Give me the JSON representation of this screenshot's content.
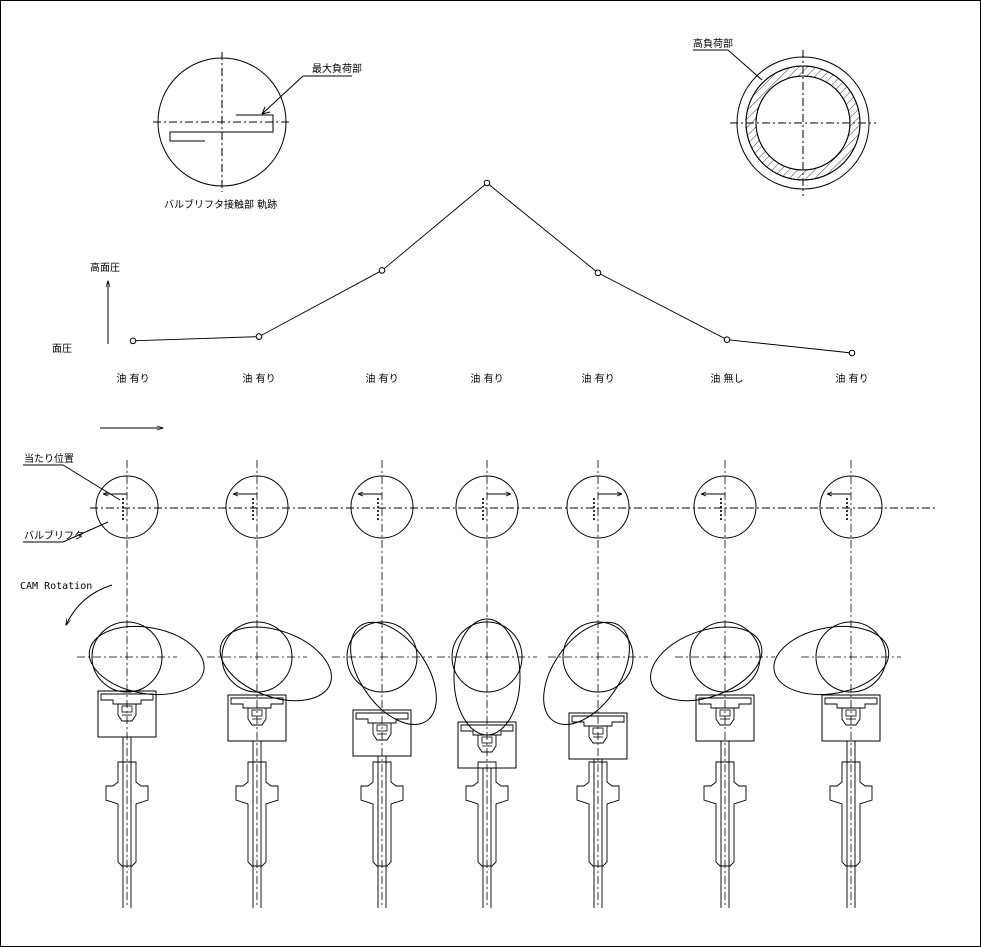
{
  "labels": {
    "max_contact": "最大負荷部",
    "trajectory_title": "バルブリフタ接触部 軌跡",
    "high_contact": "高負荷部",
    "y_axis_high": "高面圧",
    "y_axis_low": "面圧",
    "contact_position": "当たり位置",
    "valve_lifter": "バルブリフタ",
    "cam_rotation": "CAM Rotation"
  },
  "chart_data": {
    "type": "line",
    "title": "",
    "ylabel": "高面圧",
    "categories": [
      "油 有り",
      "油 有り",
      "油 有り",
      "油 有り",
      "油 有り",
      "油 無し",
      "油 有り"
    ],
    "series": [
      {
        "name": "",
        "values": [
          1.0,
          1.35,
          6.8,
          14.0,
          6.6,
          1.1,
          0.0
        ]
      }
    ],
    "ylim": [
      0,
      14
    ],
    "grid": false,
    "legend": "none"
  },
  "stations": [
    {
      "oil": "油 有り",
      "arrow": "left"
    },
    {
      "oil": "油 有り",
      "arrow": "left"
    },
    {
      "oil": "油 有り",
      "arrow": "left"
    },
    {
      "oil": "油 有り",
      "arrow": "right"
    },
    {
      "oil": "油 有り",
      "arrow": "right"
    },
    {
      "oil": "油 無し",
      "arrow": "left"
    },
    {
      "oil": "油 有り",
      "arrow": "left"
    }
  ]
}
